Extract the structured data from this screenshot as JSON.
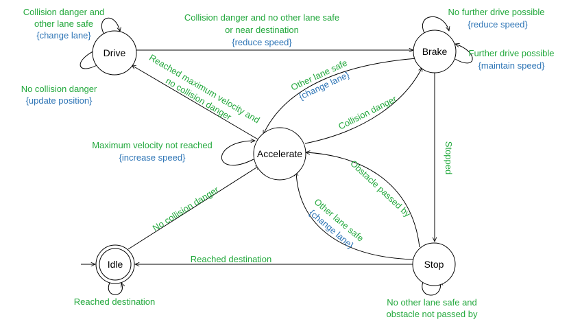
{
  "colors": {
    "condition": "#22A83C",
    "action": "#2E75B6",
    "stroke": "#000000"
  },
  "states": {
    "drive": "Drive",
    "brake": "Brake",
    "accelerate": "Accelerate",
    "idle": "Idle",
    "stop": "Stop"
  },
  "transitions": {
    "drive_self_top": {
      "cond_line1": "Collision danger and",
      "cond_line2": "other lane safe",
      "action": "{change lane}"
    },
    "drive_self_bottom": {
      "cond": "No collision danger",
      "action": "{update position}"
    },
    "drive_to_brake": {
      "cond_line1": "Collision danger and no other lane safe",
      "cond_line2": "or near destination",
      "action": "{reduce speed}"
    },
    "brake_self_top": {
      "cond": "No further drive possible",
      "action": "{reduce speed}"
    },
    "brake_self_right": {
      "cond": "Further drive possible",
      "action": "{maintain speed}"
    },
    "accelerate_to_drive": {
      "cond_line1": "Reached maximum velocity and",
      "cond_line2": "no collision danger"
    },
    "brake_to_accelerate": {
      "cond": "Other lane safe",
      "action": "{change lane}"
    },
    "accelerate_to_brake": {
      "cond": "Collision danger"
    },
    "accelerate_self": {
      "cond": "Maximum velocity not reached",
      "action": "{increase speed}"
    },
    "brake_stop": {
      "cond": "Stopped"
    },
    "stop_to_accelerate_obstacle": {
      "cond": "Obstacle passed by"
    },
    "stop_to_accelerate_lane": {
      "cond": "Other lane safe",
      "action": "{change lane}"
    },
    "idle_to_accelerate": {
      "cond": "No collision danger"
    },
    "stop_to_idle": {
      "cond": "Reached destination"
    },
    "idle_self": {
      "cond": "Reached destination"
    },
    "stop_self": {
      "cond_line1": "No other lane safe and",
      "cond_line2": "obstacle not passed by"
    }
  }
}
